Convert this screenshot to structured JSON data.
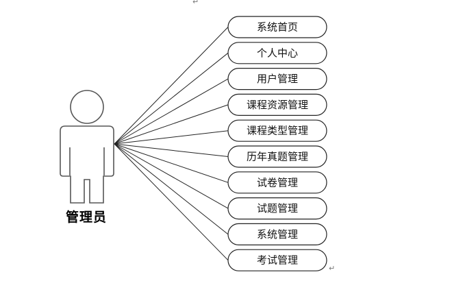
{
  "actor": {
    "name": "管理员"
  },
  "use_cases": [
    "系统首页",
    "个人中心",
    "用户管理",
    "课程资源管理",
    "课程类型管理",
    "历年真题管理",
    "试卷管理",
    "试题管理",
    "系统管理",
    "考试管理"
  ],
  "paragraph_mark": "↵",
  "colors": {
    "stroke": "#222222",
    "actor_stroke": "#555555",
    "fill": "#ffffff"
  }
}
